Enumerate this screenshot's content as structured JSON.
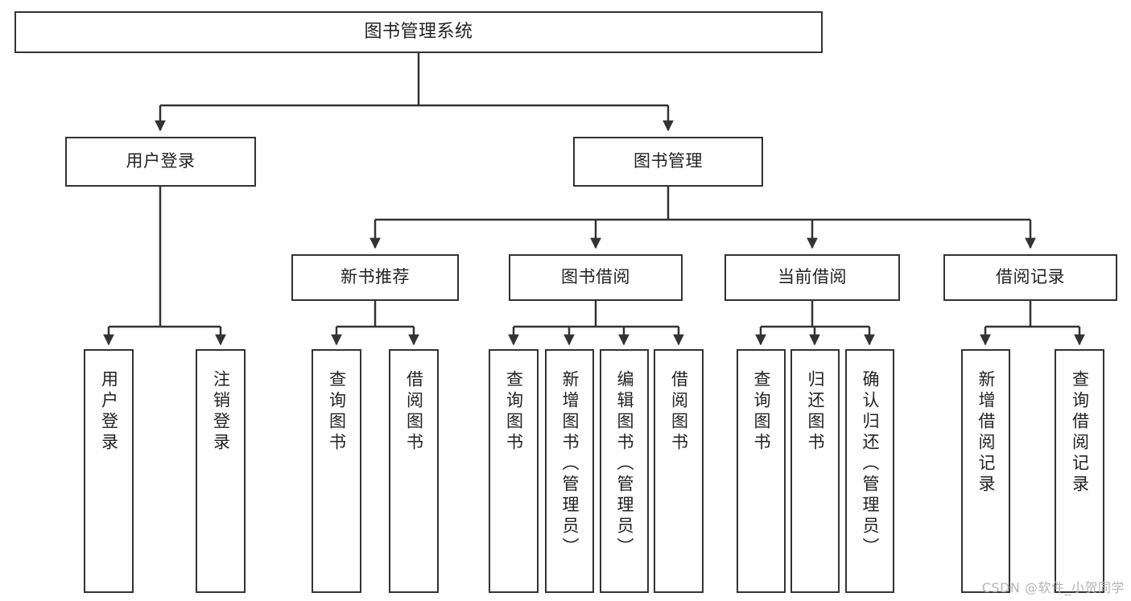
{
  "diagram": {
    "type": "tree-hierarchy-chart",
    "title": "图书管理系统",
    "watermark": "CSDN @软件_小贺同学",
    "colors": {
      "border": "#333333",
      "background": "#ffffff",
      "text": "#222222",
      "watermark": "#b5b5b5"
    },
    "levels": [
      {
        "level": 1,
        "nodes": [
          {
            "id": "root",
            "label": "图书管理系统",
            "orientation": "horizontal"
          }
        ]
      },
      {
        "level": 2,
        "nodes": [
          {
            "id": "user-login",
            "label": "用户登录",
            "orientation": "horizontal",
            "parent": "root"
          },
          {
            "id": "book-manage",
            "label": "图书管理",
            "orientation": "horizontal",
            "parent": "root"
          }
        ]
      },
      {
        "level": 3,
        "nodes": [
          {
            "id": "new-book-rec",
            "label": "新书推荐",
            "orientation": "horizontal",
            "parent": "book-manage"
          },
          {
            "id": "book-borrow",
            "label": "图书借阅",
            "orientation": "horizontal",
            "parent": "book-manage"
          },
          {
            "id": "current-borrow",
            "label": "当前借阅",
            "orientation": "horizontal",
            "parent": "book-manage"
          },
          {
            "id": "borrow-record",
            "label": "借阅记录",
            "orientation": "horizontal",
            "parent": "book-manage"
          }
        ]
      },
      {
        "level": 4,
        "nodes": [
          {
            "id": "leaf-user-login",
            "label": "用户登录",
            "orientation": "vertical",
            "parent": "user-login"
          },
          {
            "id": "leaf-user-logout",
            "label": "注销登录",
            "orientation": "vertical",
            "parent": "user-login"
          },
          {
            "id": "leaf-query-book-1",
            "label": "查询图书",
            "orientation": "vertical",
            "parent": "new-book-rec"
          },
          {
            "id": "leaf-borrow-book-1",
            "label": "借阅图书",
            "orientation": "vertical",
            "parent": "new-book-rec"
          },
          {
            "id": "leaf-query-book-2",
            "label": "查询图书",
            "orientation": "vertical",
            "parent": "book-borrow"
          },
          {
            "id": "leaf-add-book",
            "label": "新增图书（管理员）",
            "orientation": "vertical",
            "parent": "book-borrow"
          },
          {
            "id": "leaf-edit-book",
            "label": "编辑图书（管理员）",
            "orientation": "vertical",
            "parent": "book-borrow"
          },
          {
            "id": "leaf-borrow-book-2",
            "label": "借阅图书",
            "orientation": "vertical",
            "parent": "book-borrow"
          },
          {
            "id": "leaf-query-book-3",
            "label": "查询图书",
            "orientation": "vertical",
            "parent": "current-borrow"
          },
          {
            "id": "leaf-return-book",
            "label": "归还图书",
            "orientation": "vertical",
            "parent": "current-borrow"
          },
          {
            "id": "leaf-confirm-return",
            "label": "确认归还（管理员）",
            "orientation": "vertical",
            "parent": "current-borrow"
          },
          {
            "id": "leaf-add-record",
            "label": "新增借阅记录",
            "orientation": "vertical",
            "parent": "borrow-record"
          },
          {
            "id": "leaf-query-record",
            "label": "查询借阅记录",
            "orientation": "vertical",
            "parent": "borrow-record"
          }
        ]
      }
    ]
  }
}
